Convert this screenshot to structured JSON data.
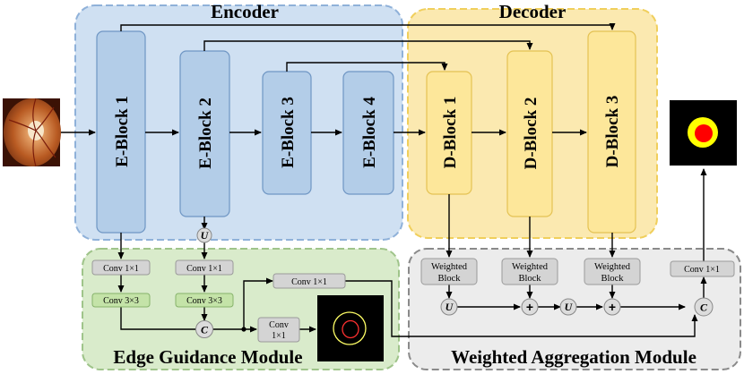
{
  "regions": {
    "encoder": "Encoder",
    "decoder": "Decoder",
    "edge": "Edge Guidance Module",
    "aggregation": "Weighted Aggregation Module"
  },
  "encoder_blocks": [
    "E-Block 1",
    "E-Block 2",
    "E-Block 3",
    "E-Block 4"
  ],
  "decoder_blocks": [
    "D-Block 1",
    "D-Block 2",
    "D-Block 3"
  ],
  "edge_module": {
    "conv1": "Conv 1×1",
    "conv3": "Conv 3×3",
    "conv_top": "Conv 1×1",
    "conv_bottom_line1": "Conv",
    "conv_bottom_line2": "1×1",
    "upsample": "U",
    "concat": "C"
  },
  "aggregation_module": {
    "weighted_line1": "Weighted",
    "weighted_line2": "Block",
    "upsample": "U",
    "add": "+",
    "concat": "C",
    "final_conv": "Conv 1×1"
  },
  "colors": {
    "encoder_bg": "#cfe0f2",
    "encoder_block": "#b3cde8",
    "decoder_bg": "#fbe9b0",
    "decoder_block": "#fde79a",
    "edge_bg": "#d9ebcb",
    "edge_conv": "#c4e3a8",
    "agg_bg": "#ececec",
    "gray_box": "#d4d4d4",
    "optic_cup": "#ff0000",
    "optic_disc": "#ffff00"
  }
}
